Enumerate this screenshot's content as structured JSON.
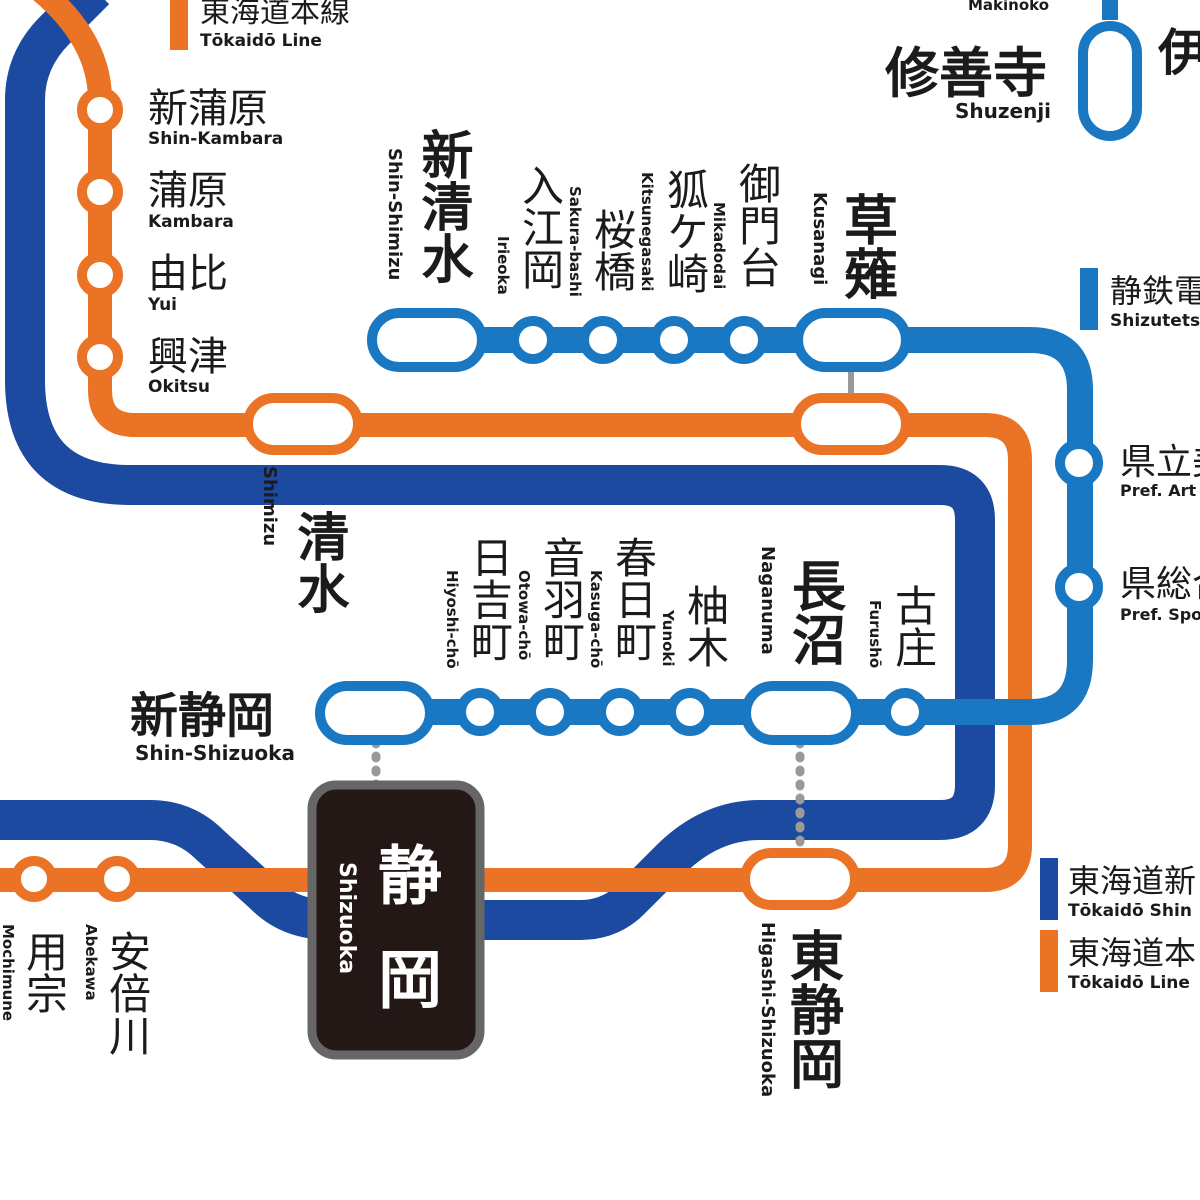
{
  "colors": {
    "shinkansen": "#1c4aa0",
    "tokaido": "#ea7325",
    "shizutetsu": "#1a78c2",
    "text": "#1d1a1a",
    "hub": "#231815",
    "hub_border": "#666666",
    "connector": "#9a9a9a"
  },
  "lines": {
    "tokaido_top": {
      "jp": "東海道本線",
      "en": "Tōkaidō Line"
    },
    "shizutetsu": {
      "jp": "静鉄電",
      "en": "Shizutets"
    }
  },
  "legend": {
    "shinkansen": {
      "jp": "東海道新",
      "en": "Tōkaidō Shin"
    },
    "tokaido": {
      "jp": "東海道本",
      "en": "Tōkaidō Line"
    }
  },
  "stations": {
    "makinoko": {
      "en": "Makinoko"
    },
    "shuzenji": {
      "jp": "修善寺",
      "en": "Shuzenji"
    },
    "izu": {
      "jp": "伊"
    },
    "shin_kambara": {
      "jp": "新蒲原",
      "en": "Shin-Kambara"
    },
    "kambara": {
      "jp": "蒲原",
      "en": "Kambara"
    },
    "yui": {
      "jp": "由比",
      "en": "Yui"
    },
    "okitsu": {
      "jp": "興津",
      "en": "Okitsu"
    },
    "shimizu": {
      "jp": "清水",
      "en": "Shimizu"
    },
    "shin_shimizu": {
      "jp": "新清水",
      "en": "Shin-Shimizu"
    },
    "irieoka": {
      "jp": "入江岡",
      "en": "Irieoka"
    },
    "sakura_bashi": {
      "jp": "桜橋",
      "en": "Sakura-bashi"
    },
    "kitsunegasaki": {
      "jp": "狐ケ崎",
      "en": "Kitsunegasaki"
    },
    "mikadodai": {
      "jp": "御門台",
      "en": "Mikadodai"
    },
    "kusanagi": {
      "jp": "草薙",
      "en": "Kusanagi"
    },
    "pref_art": {
      "jp": "県立美",
      "en": "Pref. Art"
    },
    "pref_spo": {
      "jp": "県総合",
      "en": "Pref. Spo"
    },
    "shin_shizuoka": {
      "jp": "新静岡",
      "en": "Shin-Shizuoka"
    },
    "hiyoshi_cho": {
      "jp": "日吉町",
      "en": "Hiyoshi-chō"
    },
    "otowa_cho": {
      "jp": "音羽町",
      "en": "Otowa-chō"
    },
    "kasuga_cho": {
      "jp": "春日町",
      "en": "Kasuga-chō"
    },
    "yunoki": {
      "jp": "柚木",
      "en": "Yunoki"
    },
    "naganuma": {
      "jp": "長沼",
      "en": "Naganuma"
    },
    "furusho": {
      "jp": "古庄",
      "en": "Furushō"
    },
    "shizuoka": {
      "jp": "静岡",
      "en": "Shizuoka"
    },
    "higashi_shizuoka": {
      "jp": "東静岡",
      "en": "Higashi-Shizuoka"
    },
    "abekawa": {
      "jp": "安倍川",
      "en": "Abekawa"
    },
    "mochimune": {
      "jp": "用宗",
      "en": "Mochimune"
    }
  }
}
